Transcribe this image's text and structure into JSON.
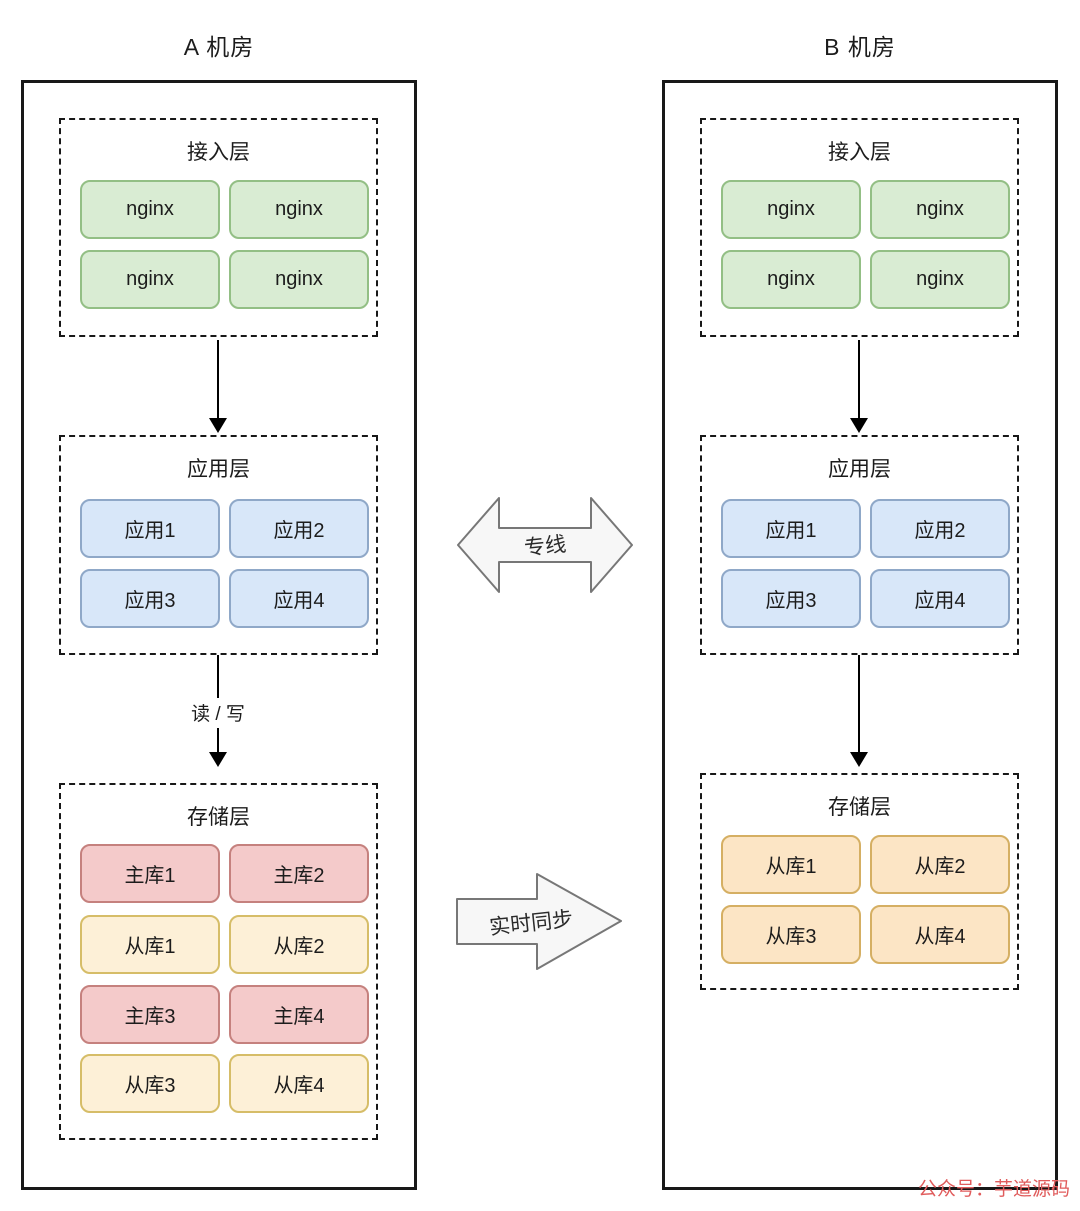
{
  "dc_a": {
    "title": "A 机房",
    "access": {
      "title": "接入层",
      "nodes": [
        "nginx",
        "nginx",
        "nginx",
        "nginx"
      ]
    },
    "app": {
      "title": "应用层",
      "nodes": [
        "应用1",
        "应用2",
        "应用3",
        "应用4"
      ]
    },
    "storage": {
      "title": "存储层",
      "nodes": [
        "主库1",
        "主库2",
        "从库1",
        "从库2",
        "主库3",
        "主库4",
        "从库3",
        "从库4"
      ]
    }
  },
  "dc_b": {
    "title": "B 机房",
    "access": {
      "title": "接入层",
      "nodes": [
        "nginx",
        "nginx",
        "nginx",
        "nginx"
      ]
    },
    "app": {
      "title": "应用层",
      "nodes": [
        "应用1",
        "应用2",
        "应用3",
        "应用4"
      ]
    },
    "storage": {
      "title": "存储层",
      "nodes": [
        "从库1",
        "从库2",
        "从库3",
        "从库4"
      ]
    }
  },
  "labels": {
    "read_write": "读 / 写",
    "dedicated_line": "专线",
    "realtime_sync": "实时同步"
  },
  "watermark": {
    "text": "公众号：芋道源码",
    "color": "#e05c5c"
  },
  "palette": {
    "nginx_fill": "#d9ecd3",
    "nginx_border": "#93bf85",
    "app_fill": "#d8e7f9",
    "app_border": "#8fa8c8",
    "master_fill": "#f4caca",
    "master_border": "#c5817e",
    "slave_a_fill": "#fdf0d7",
    "slave_a_border": "#d6bd68",
    "slave_b_fill": "#fce5c5",
    "slave_b_border": "#d5af63",
    "outline": "#181818",
    "arrow_fill": "#f7f7f7",
    "arrow_border": "#777777"
  }
}
